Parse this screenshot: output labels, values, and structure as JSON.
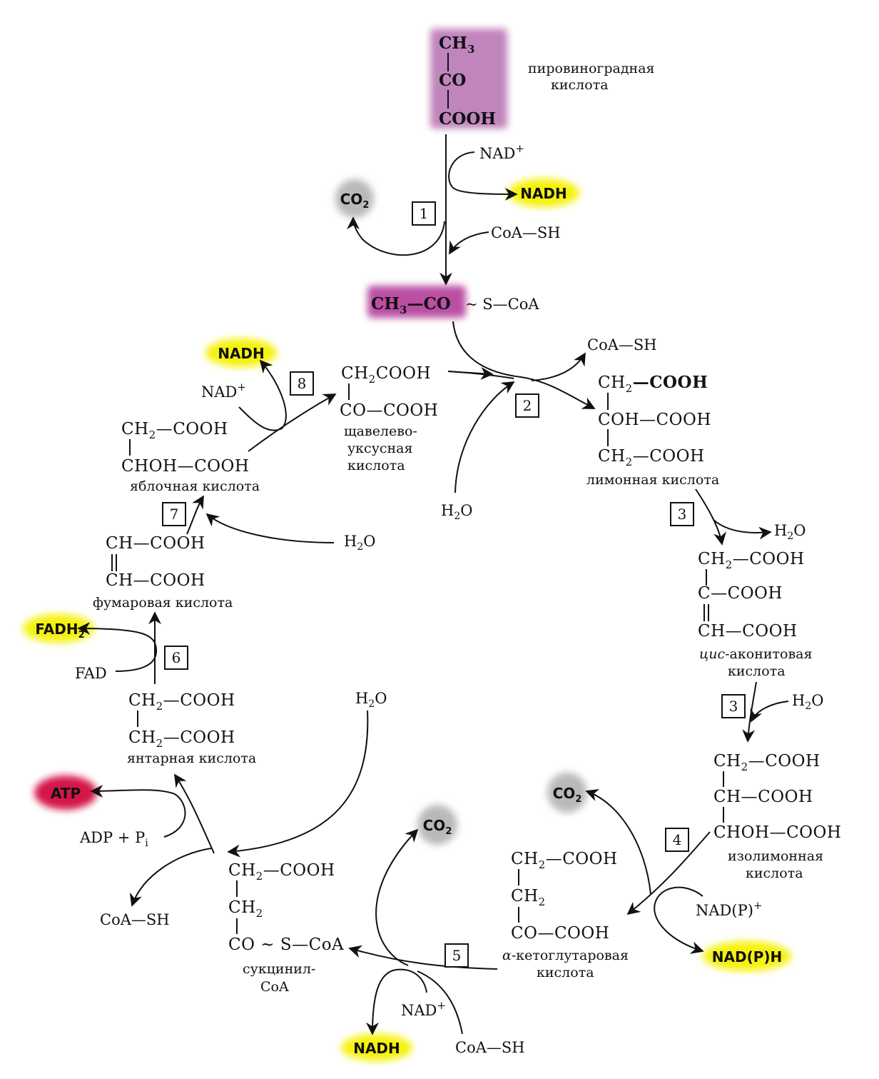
{
  "colors": {
    "nadh_highlight": "#f5f20a",
    "co2_highlight": "#b9b9b9",
    "atp_highlight": "#d4154a",
    "acetyl_highlight": "#b33d9a",
    "pyruvate_highlight": "#b56fb1"
  },
  "pyruvate": {
    "l1": "CH",
    "l1sub": "3",
    "l2": "CO",
    "l3": "COOH",
    "name1": "пировиноградная",
    "name2": "кислота"
  },
  "step1": {
    "num": "1",
    "nad": "NAD",
    "nad_sup": "+",
    "nadh": "NADH",
    "co2": "CO",
    "co2_sub": "2",
    "coash": "CoA—SH"
  },
  "acetyl": {
    "a": "CH",
    "a_sub": "3",
    "b": "—CO",
    "c": "~ S—CoA"
  },
  "step2": {
    "num": "2",
    "coash": "CoA—SH",
    "h2o": "H",
    "h2o_sub": "2",
    "h2o_o": "O"
  },
  "citrate": {
    "l1a": "CH",
    "l1b": "2",
    "l1c": "—COOH",
    "l2": "COH—COOH",
    "l3a": "CH",
    "l3b": "2",
    "l3c": "—COOH",
    "name": "лимонная кислота"
  },
  "step3a": {
    "num": "3",
    "h2o": "H",
    "h2o_sub": "2",
    "h2o_o": "O"
  },
  "cisaconitate": {
    "l1a": "CH",
    "l1b": "2",
    "l1c": "—COOH",
    "l2": "C—COOH",
    "l3": "CH—COOH",
    "name1": "цис",
    "name1b": "-аконитовая",
    "name2": "кислота"
  },
  "step3b": {
    "num": "3",
    "h2o": "H",
    "h2o_sub": "2",
    "h2o_o": "O"
  },
  "isocitrate": {
    "l1a": "CH",
    "l1b": "2",
    "l1c": "—COOH",
    "l2": "CH—COOH",
    "l3": "CHOH—COOH",
    "name1": "изолимонная",
    "name2": "кислота"
  },
  "step4": {
    "num": "4",
    "co2": "CO",
    "co2_sub": "2",
    "nadp": "NAD(P)",
    "nadp_sup": "+",
    "nadph": "NAD(P)H"
  },
  "akg": {
    "l1a": "CH",
    "l1b": "2",
    "l1c": "—COOH",
    "l2a": "CH",
    "l2b": "2",
    "l3": "CO—COOH",
    "name1a": "α",
    "name1b": "-кетоглутаровая",
    "name2": "кислота"
  },
  "step5": {
    "num": "5",
    "co2": "CO",
    "co2_sub": "2",
    "nad": "NAD",
    "nad_sup": "+",
    "nadh": "NADH",
    "coash": "CoA—SH"
  },
  "succoa": {
    "l1a": "CH",
    "l1b": "2",
    "l1c": "—COOH",
    "l2a": "CH",
    "l2b": "2",
    "l3": "CO ~ S—CoA",
    "name1": "сукцинил-",
    "name2": "CoA"
  },
  "stepatp": {
    "atp": "ATP",
    "adp": "ADP + P",
    "adp_sub": "i",
    "coash": "CoA—SH",
    "h2o": "H",
    "h2o_sub": "2",
    "h2o_o": "O"
  },
  "succinate": {
    "l1a": "CH",
    "l1b": "2",
    "l1c": "—COOH",
    "l2a": "CH",
    "l2b": "2",
    "l2c": "—COOH",
    "name": "янтарная кислота"
  },
  "step6": {
    "num": "6",
    "fadh2": "FADH",
    "fadh2_sub": "2",
    "fad": "FAD"
  },
  "fumarate": {
    "l1": "CH—COOH",
    "l2": "CH—COOH",
    "name": "фумаровая кислота"
  },
  "step7": {
    "num": "7",
    "h2o": "H",
    "h2o_sub": "2",
    "h2o_o": "O"
  },
  "malate": {
    "l1a": "CH",
    "l1b": "2",
    "l1c": "—COOH",
    "l2": "CHOH—COOH",
    "name": "яблочная кислота"
  },
  "step8": {
    "num": "8",
    "nadh": "NADH",
    "nad": "NAD",
    "nad_sup": "+"
  },
  "oxaloacetate": {
    "l1a": "CH",
    "l1b": "2",
    "l1c": "COOH",
    "l2": "CO—COOH",
    "name1": "щавелево-",
    "name2": "уксусная",
    "name3": "кислота"
  }
}
